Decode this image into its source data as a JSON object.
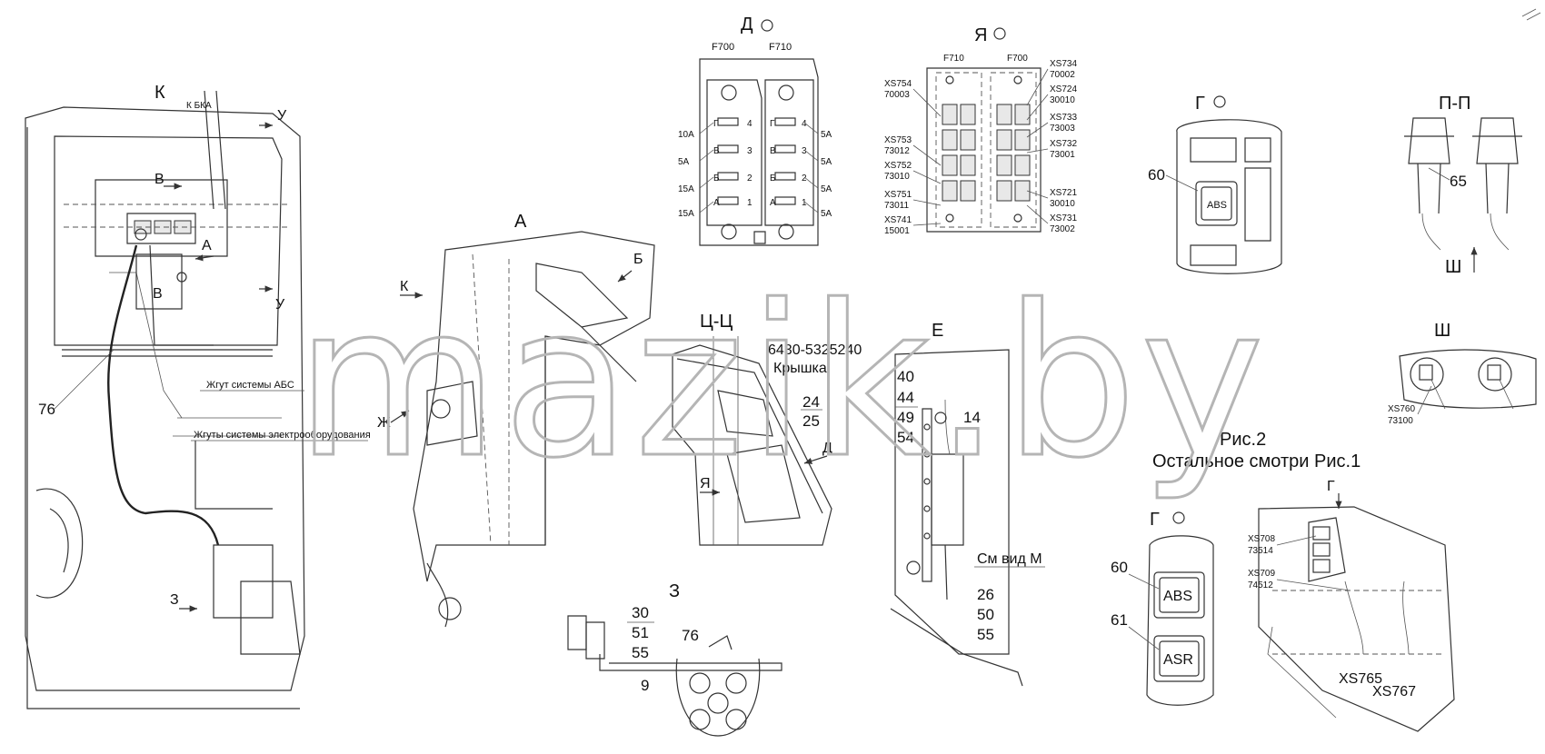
{
  "watermark": "mazik.by",
  "views": {
    "k": "К",
    "a": "А",
    "d": "Д",
    "ya": "Я",
    "g1": "Г",
    "pp": "П-П",
    "shsec": "Ш",
    "cc": "Ц-Ц",
    "e": "Е",
    "z": "З",
    "g2": "Г"
  },
  "left": {
    "k_bka": "К БКА",
    "u1": "У",
    "u2": "У",
    "v1": "В",
    "v2": "В",
    "a_mark": "А",
    "abs_harness": "Жгут системы АБС",
    "elec_harness": "Жгуты системы электрооборудования",
    "pos76": "76",
    "z_mark": "З"
  },
  "view_a": {
    "k": "К",
    "b": "Б",
    "zh": "Ж"
  },
  "view_cc": {
    "part": "6430-5325240",
    "part_name": "Крышка",
    "p24": "24",
    "p25": "25",
    "ya": "Я",
    "d": "Д"
  },
  "view_e": {
    "p40": "40",
    "p44": "44",
    "p49": "49",
    "p54": "54",
    "p14": "14",
    "see_m": "См вид М",
    "p26": "26",
    "p50": "50",
    "p55": "55"
  },
  "view_z": {
    "p30": "30",
    "p51": "51",
    "p55": "55",
    "p9": "9",
    "p76": "76"
  },
  "view_d": {
    "f700": "F700",
    "f710": "F710",
    "left_ratings": [
      "10A",
      "5A",
      "15A",
      "15A"
    ],
    "right_ratings": [
      "5A",
      "5A",
      "5A",
      "5A"
    ],
    "slot_letters": [
      "Г",
      "В",
      "Б",
      "А"
    ],
    "slot_numbers": [
      "4",
      "3",
      "2",
      "1"
    ]
  },
  "view_ya": {
    "f710": "F710",
    "f700": "F700",
    "left_labels": [
      {
        "xs": "XS754",
        "code": "70003"
      },
      {
        "xs": "XS753",
        "code": "73012"
      },
      {
        "xs": "XS752",
        "code": "73010"
      },
      {
        "xs": "XS751",
        "code": "73011"
      },
      {
        "xs": "XS741",
        "code": "15001"
      }
    ],
    "right_labels": [
      {
        "xs": "XS734",
        "code": "70002"
      },
      {
        "xs": "XS724",
        "code": "30010"
      },
      {
        "xs": "XS733",
        "code": "73003"
      },
      {
        "xs": "XS732",
        "code": "73001"
      },
      {
        "xs": "XS721",
        "code": "30010"
      },
      {
        "xs": "XS731",
        "code": "73002"
      }
    ]
  },
  "view_g1": {
    "pos60": "60",
    "button": "ABS"
  },
  "view_pp": {
    "pos65": "65",
    "sh": "Ш"
  },
  "view_sh": {
    "xs": "XS760",
    "code": "73100"
  },
  "fig2": {
    "title": "Рис.2",
    "note": "Остальное смотри Рис.1"
  },
  "view_g2": {
    "pos60": "60",
    "btn_abs": "ABS",
    "pos61": "61",
    "btn_asr": "ASR",
    "arrow": "Г",
    "xs708": "XS708",
    "code708": "73514",
    "xs709": "XS709",
    "code709": "74512",
    "xs765": "XS765",
    "xs767": "XS767"
  }
}
